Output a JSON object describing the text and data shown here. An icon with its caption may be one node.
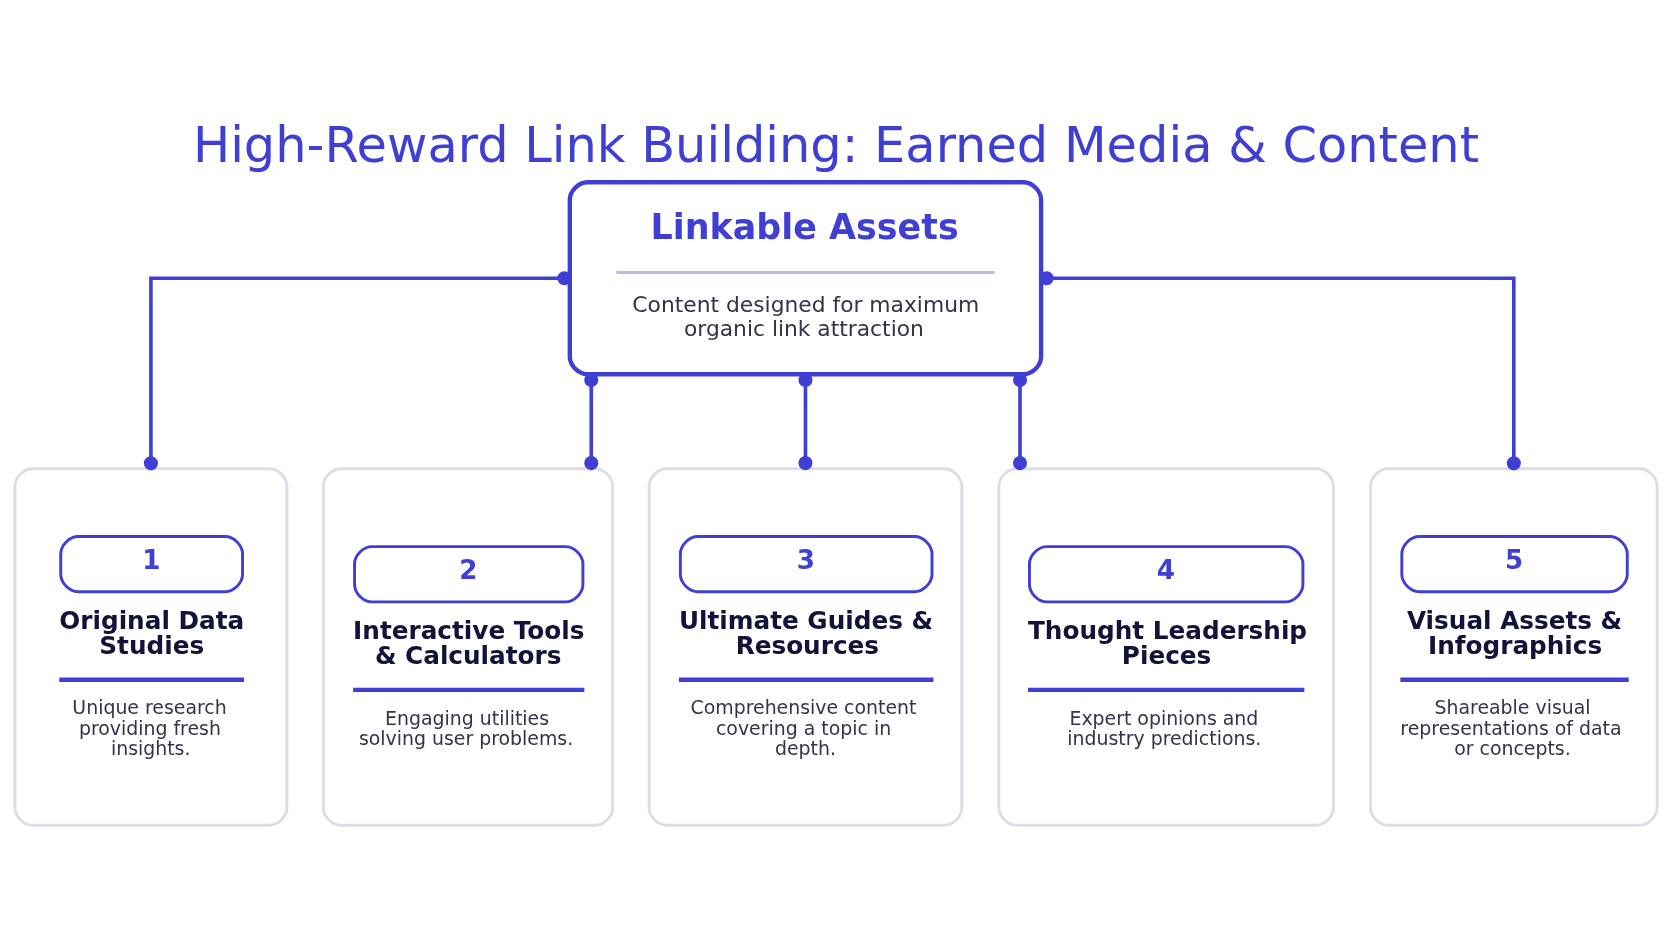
{
  "diagram": {
    "title": "High-Reward Link Building: Earned Media & Content",
    "nodes": [
      {
        "text": [
          "Linkable Assets",
          "Content designed for maximum organic link attraction"
        ]
      },
      {
        "text": [
          "1",
          "Original Data Studies",
          "Unique research providing fresh insights."
        ]
      },
      {
        "text": [
          "2",
          "Interactive Tools & Calculators",
          "Engaging utilities solving user problems."
        ]
      },
      {
        "text": [
          "3",
          "Ultimate Guides & Resources",
          "Comprehensive content covering a topic in depth."
        ]
      },
      {
        "text": [
          "4",
          "Thought Leadership Pieces",
          "Expert opinions and industry predictions."
        ]
      },
      {
        "text": [
          "5",
          "Visual Assets & Infographics",
          "Shareable visual representations of data or concepts."
        ]
      }
    ],
    "edges": [
      {
        "from": 0,
        "to": 1,
        "arrow": "other"
      },
      {
        "from": 0,
        "to": 2,
        "arrow": "other"
      },
      {
        "from": 0,
        "to": 3,
        "arrow": "other"
      },
      {
        "from": 0,
        "to": 4,
        "arrow": "other"
      },
      {
        "from": 0,
        "to": 5,
        "arrow": "other"
      }
    ]
  }
}
